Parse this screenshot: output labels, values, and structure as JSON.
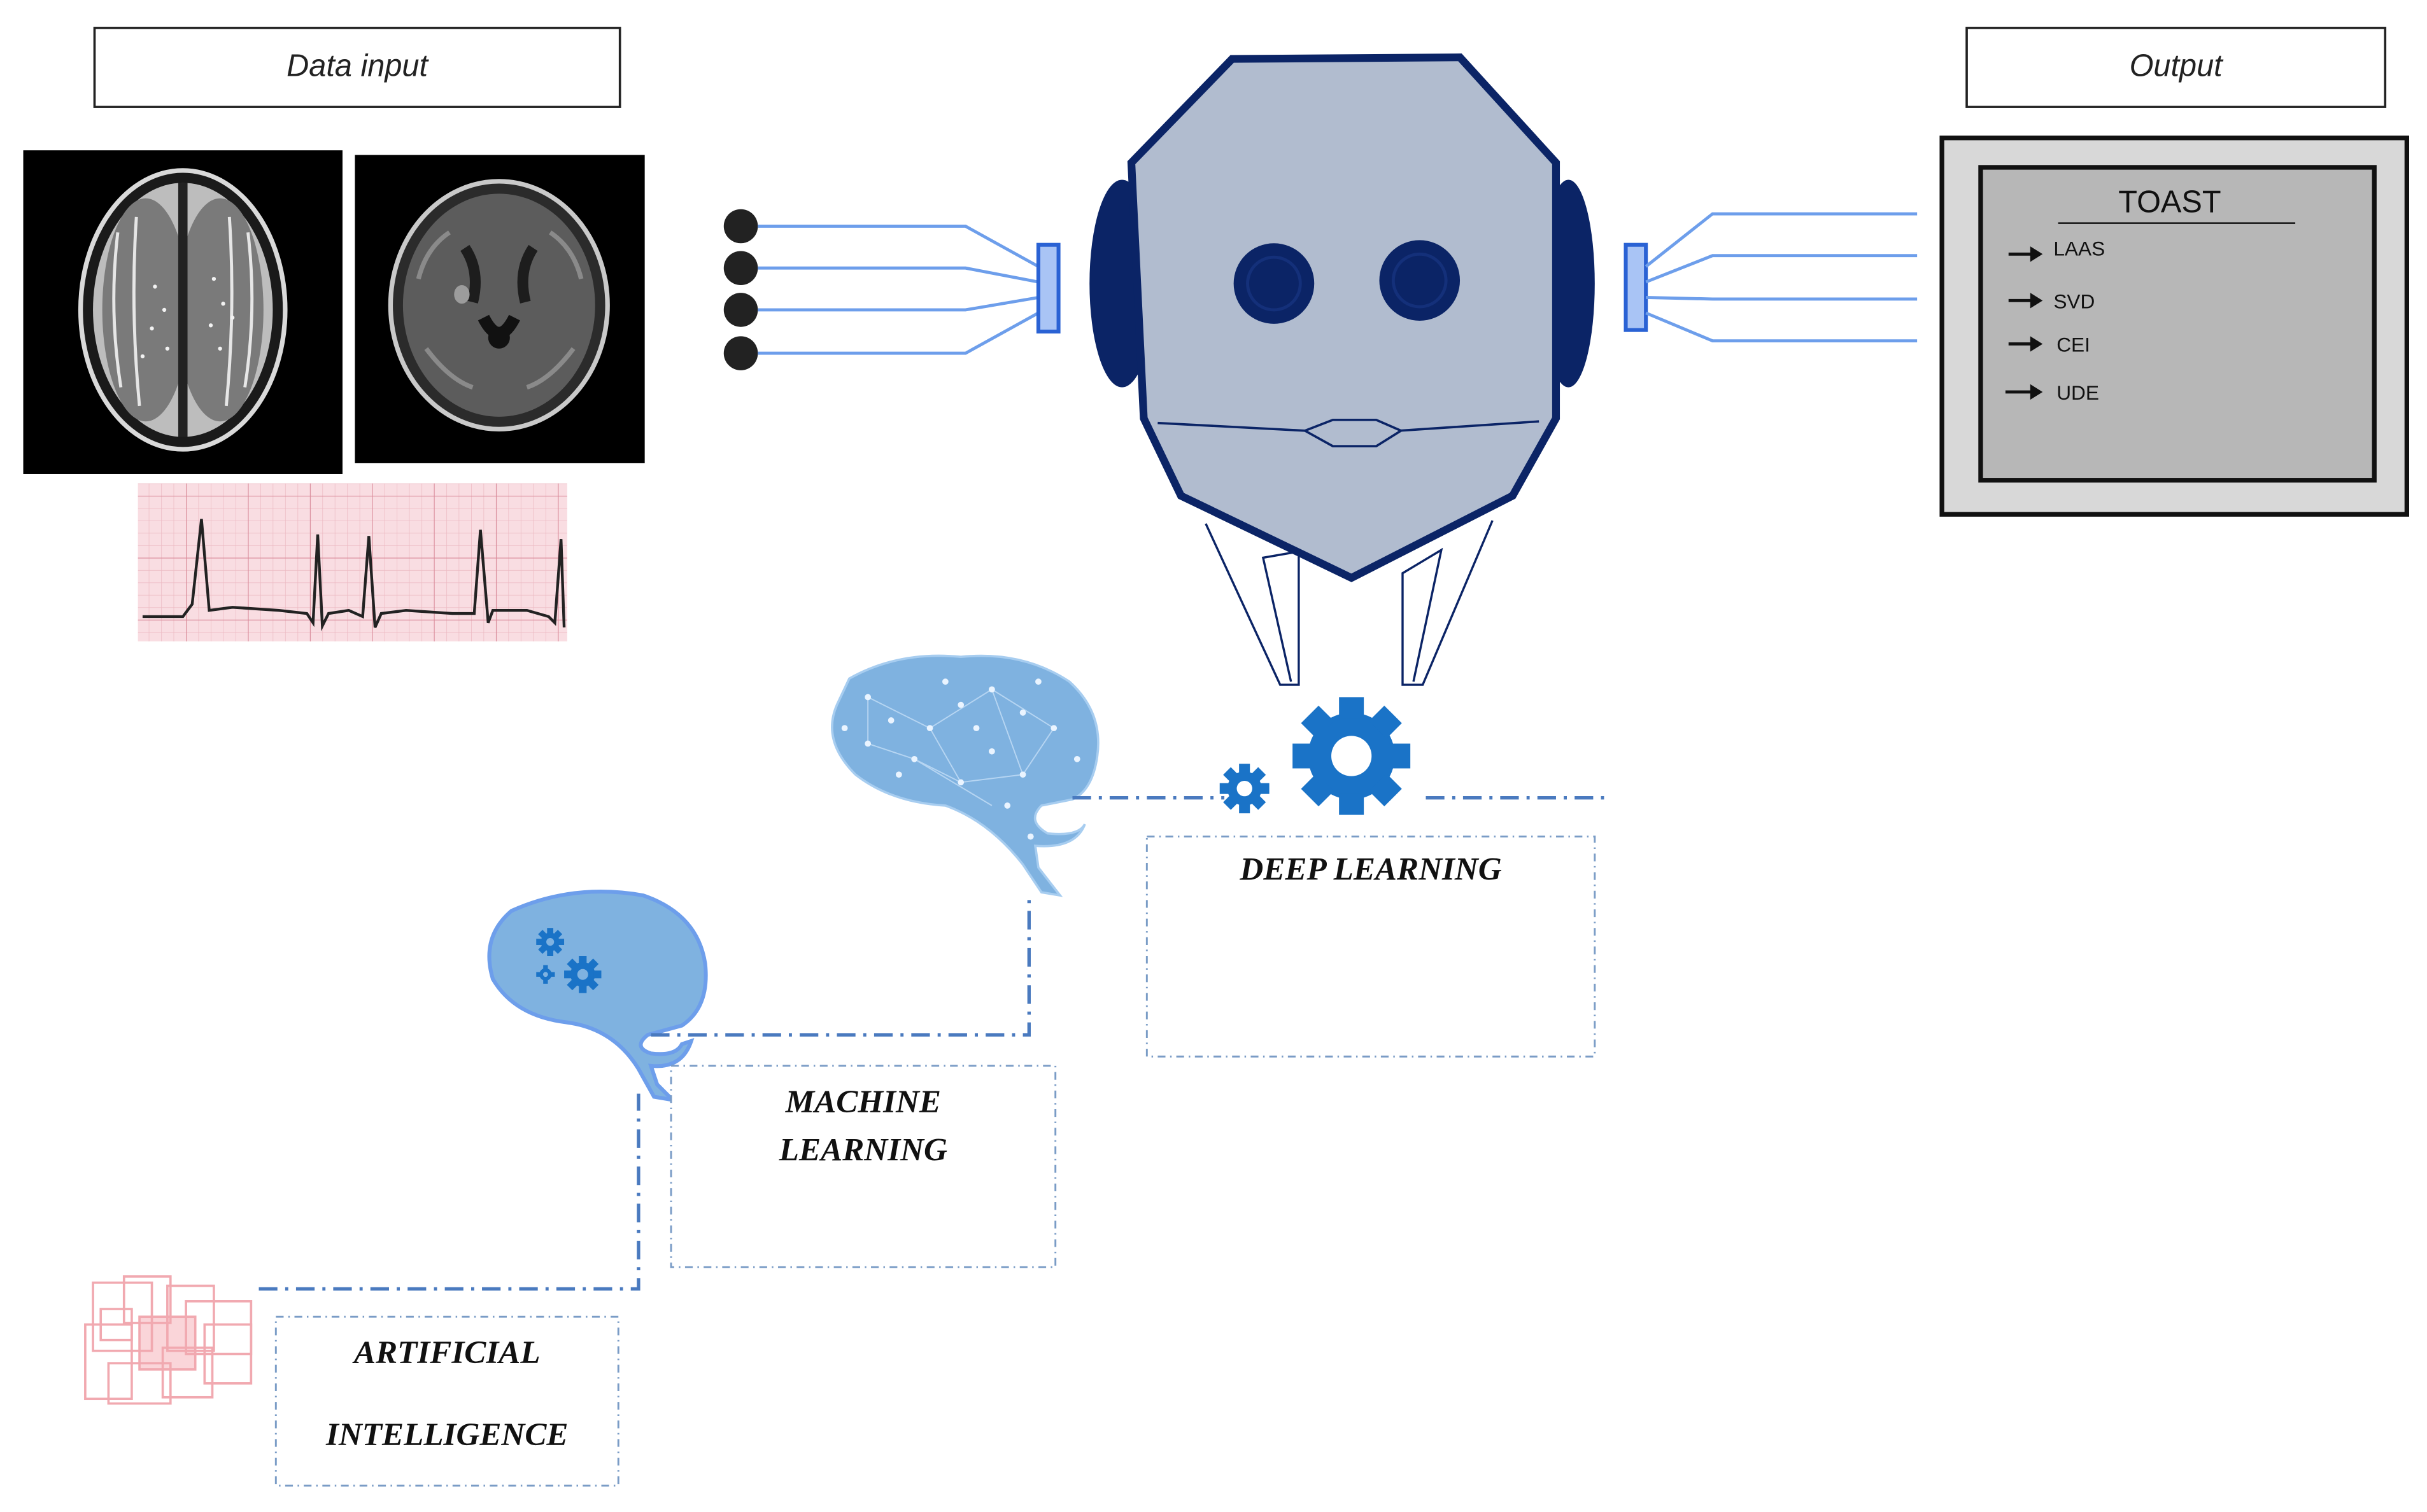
{
  "labels": {
    "data_input": "Data input",
    "output": "Output",
    "toast_title": "TOAST",
    "deep_learning": "DEEP LEARNING",
    "machine_learning_line1": "MACHINE",
    "machine_learning_line2": "LEARNING",
    "artificial_intelligence_line1": "ARTIFICIAL",
    "artificial_intelligence_line2": "INTELLIGENCE"
  },
  "toast_items": [
    "LAAS",
    "SVD",
    "CEI",
    "UDE"
  ],
  "colors": {
    "robot_face": "#b1bccf",
    "robot_outline": "#0b2466",
    "connector_blue": "#6d9eeb",
    "connector_dark_blue": "#2a62d4",
    "gear_blue": "#1a73c7",
    "brain_light": "#7fb2e0",
    "brain_dots": "#8ab8e6",
    "dashed_line": "#4a7abf",
    "monitor_frame": "#d8d8d8",
    "monitor_screen": "#b7b7b7",
    "ecg_background": "#f9dde2",
    "ecg_grid": "#e6a9b4",
    "ai_icon": "#f1a9b0"
  },
  "icons": {
    "robot": "robot-head-icon",
    "gears": "gear-icon",
    "brain": "brain-icon",
    "ai_chip": "chip-icon",
    "arrow": "arrow-right-icon"
  }
}
